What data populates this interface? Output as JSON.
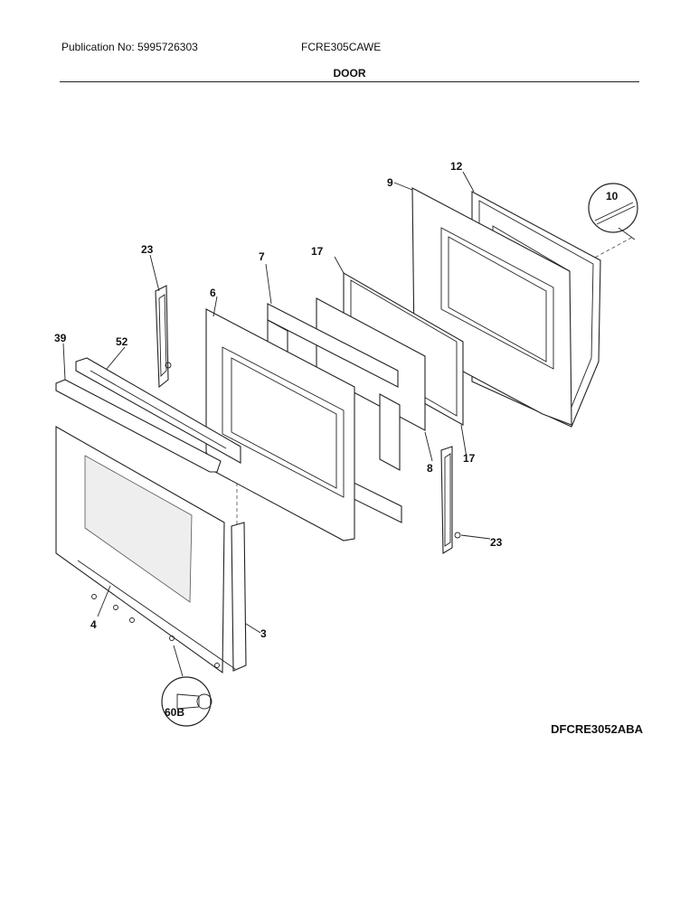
{
  "header": {
    "publication": "Publication No: 5995726303",
    "model": "FCRE305CAWE",
    "section": "DOOR"
  },
  "diagram_code": "DFCRE3052ABA",
  "callouts": {
    "c3": "3",
    "c4": "4",
    "c6": "6",
    "c7": "7",
    "c8": "8",
    "c9": "9",
    "c10": "10",
    "c12": "12",
    "c17a": "17",
    "c17b": "17",
    "c23a": "23",
    "c23b": "23",
    "c39": "39",
    "c52": "52",
    "c60b": "60B"
  }
}
